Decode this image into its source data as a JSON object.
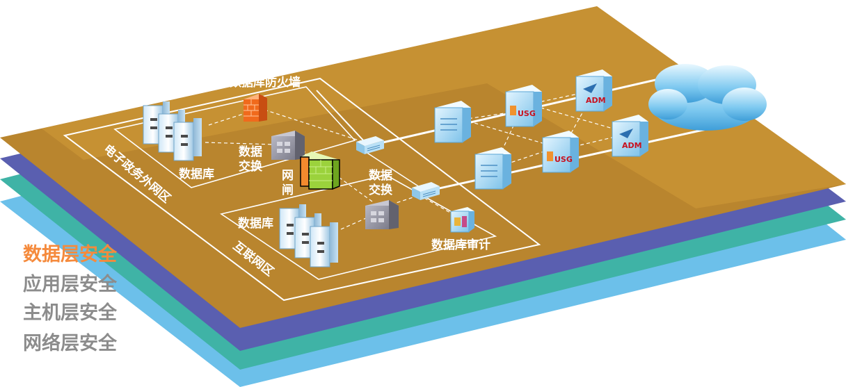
{
  "zones": {
    "egov_outer": "电子政务外网区",
    "internet": "互联网区"
  },
  "labels": {
    "firewall": "数据库防火墙",
    "db_top": "数据库",
    "exchange_top": "数据\n交换",
    "gatekeeper": "网\n闸",
    "exchange_bottom": "数据\n交换",
    "db_bottom": "数据库",
    "db_audit": "数据库审计"
  },
  "devices": {
    "usg": "USG",
    "adm": "ADM"
  },
  "legend": {
    "items": [
      {
        "label": "数据层安全",
        "color": "#f58a3c"
      },
      {
        "label": "应用层安全",
        "color": "#8c8c8c"
      },
      {
        "label": "主机层安全",
        "color": "#8c8c8c"
      },
      {
        "label": "网络层安全",
        "color": "#8c8c8c"
      }
    ]
  },
  "colors": {
    "layer_data": "#b9852e",
    "layer_app": "#5a5fb0",
    "layer_host": "#3fb3a6",
    "layer_network": "#6cc0ea"
  }
}
